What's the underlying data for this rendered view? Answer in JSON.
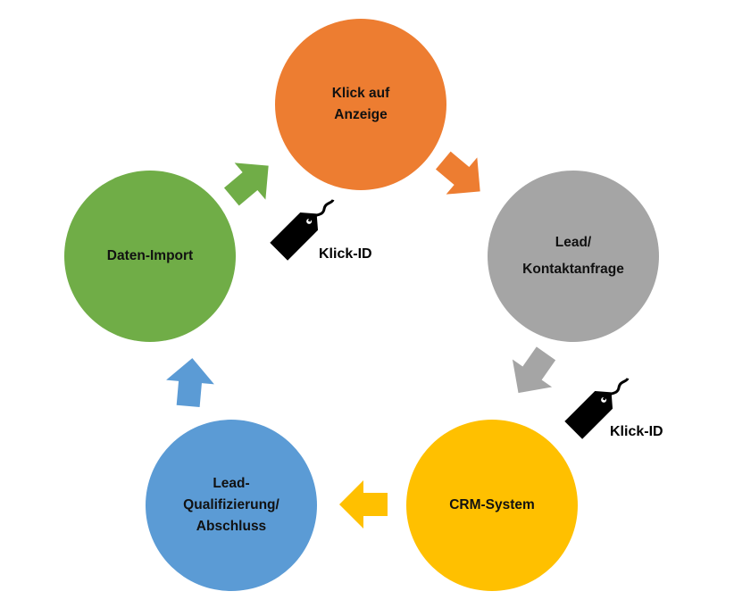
{
  "colors": {
    "orange": "#ED7D31",
    "gray": "#A5A5A5",
    "yellow": "#FFC000",
    "blue": "#5B9BD5",
    "green": "#70AD47"
  },
  "nodes": [
    {
      "id": "klick",
      "lines": [
        "Klick auf",
        "Anzeige"
      ]
    },
    {
      "id": "lead",
      "lines": [
        "Lead/",
        "Kontaktanfrage"
      ]
    },
    {
      "id": "crm",
      "lines": [
        "CRM-System"
      ]
    },
    {
      "id": "qual",
      "lines": [
        "Lead-",
        "Qualifizierung/",
        "Abschluss"
      ]
    },
    {
      "id": "import",
      "lines": [
        "Daten-Import"
      ]
    }
  ],
  "tags": [
    {
      "label": "Klick-ID",
      "icon": "price-tag-icon"
    },
    {
      "label": "Klick-ID",
      "icon": "price-tag-icon"
    }
  ]
}
